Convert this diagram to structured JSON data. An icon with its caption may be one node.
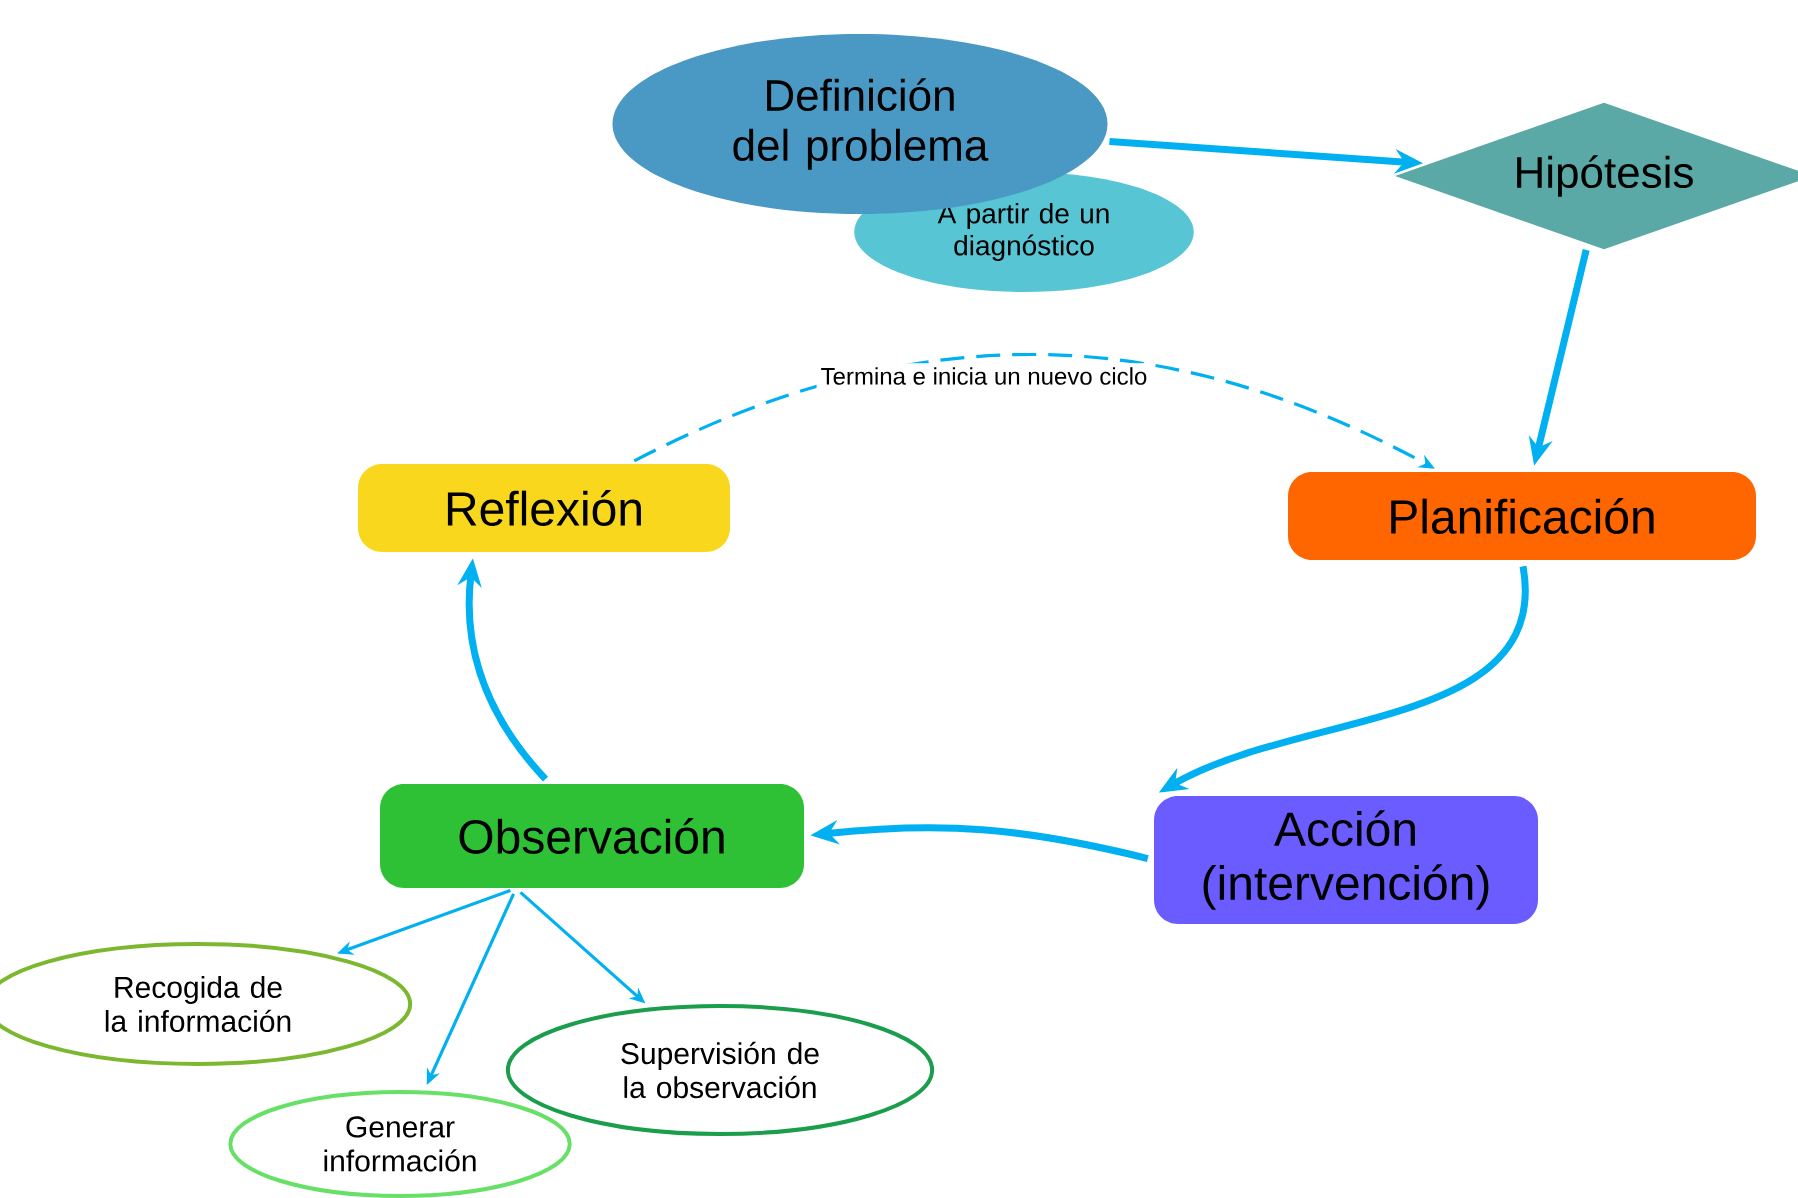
{
  "diagram": {
    "nodes": [
      {
        "text": [
          "Definición del problema"
        ]
      },
      {
        "text": [
          "A partir de un diagnóstico"
        ]
      },
      {
        "text": [
          "Hipótesis"
        ]
      },
      {
        "text": [
          "Reflexión"
        ]
      },
      {
        "text": [
          "Planificación"
        ]
      },
      {
        "text": [
          "Acción (intervención)"
        ]
      },
      {
        "text": [
          "Observación"
        ]
      },
      {
        "text": [
          "Recogida de la información"
        ]
      },
      {
        "text": [
          "Generar información"
        ]
      },
      {
        "text": [
          "Supervisión de la observación"
        ]
      }
    ],
    "edges": [
      {
        "from": 0,
        "to": 2,
        "arrow": "to"
      },
      {
        "from": 2,
        "to": 4,
        "arrow": "to"
      },
      {
        "from": 3,
        "to": 4,
        "arrow": "to",
        "style": "dashed",
        "label": "Termina e inicia un nuevo ciclo"
      },
      {
        "from": 4,
        "to": 5,
        "arrow": "to"
      },
      {
        "from": 5,
        "to": 6,
        "arrow": "to"
      },
      {
        "from": 6,
        "to": 3,
        "arrow": "to"
      },
      {
        "from": 6,
        "to": 7,
        "arrow": "to"
      },
      {
        "from": 6,
        "to": 8,
        "arrow": "to"
      },
      {
        "from": 6,
        "to": 9,
        "arrow": "to"
      }
    ]
  }
}
